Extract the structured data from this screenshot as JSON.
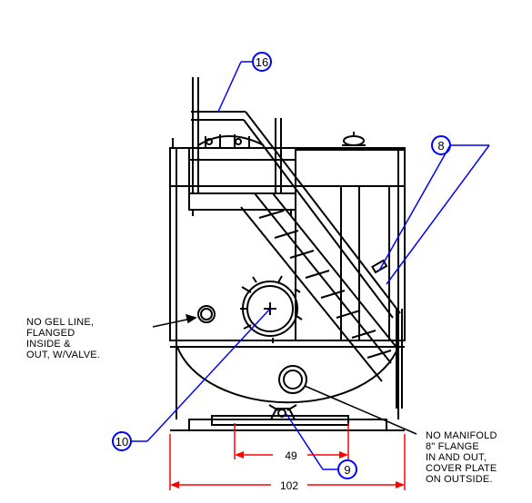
{
  "colors": {
    "linework": "#000000",
    "callout": "#0000ff",
    "dimension": "#ff0000",
    "background": "#ffffff"
  },
  "callouts": {
    "ladder": "16",
    "vessel_side": "8",
    "manway": "10",
    "bottom_fitting": "9"
  },
  "notes": {
    "gel_line": [
      "NO GEL LINE,",
      "FLANGED",
      "INSIDE &",
      "OUT, W/VALVE."
    ],
    "manifold": [
      "NO MANIFOLD",
      "8\" FLANGE",
      "IN AND OUT,",
      "COVER PLATE",
      "ON OUTSIDE."
    ]
  },
  "dimensions": {
    "inner_width": "49",
    "overall_width": "102"
  }
}
